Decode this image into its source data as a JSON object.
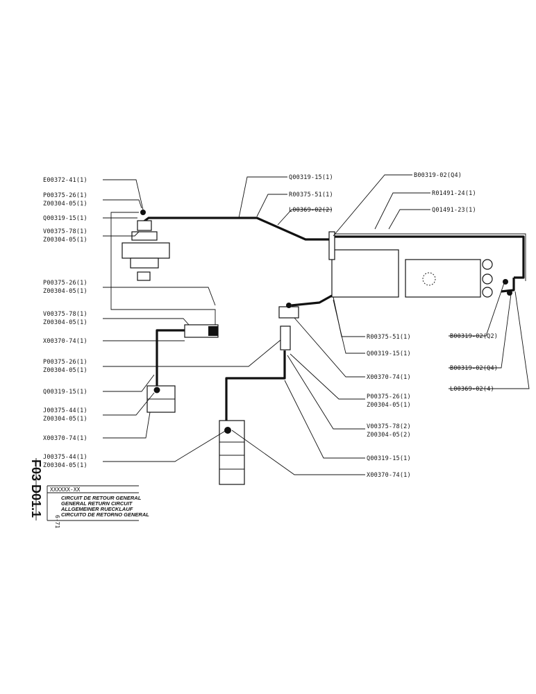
{
  "sheet_code": "F03 D01.1",
  "date_code": "6-71",
  "title_block": {
    "ref": "XXXXXX-XX",
    "lines": [
      "CIRCUIT DE RETOUR GENERAL",
      "GENERAL RETURN CIRCUIT",
      "ALLGEMEINER RUECKLAUF",
      "CIRCUITO DE RETORNO GENERAL"
    ]
  },
  "labels_left": [
    "E00372-41(1)",
    "P00375-26(1)",
    "Z00304-05(1)",
    "Q00319-15(1)",
    "V00375-78(1)",
    "Z00304-05(1)",
    "P00375-26(1)",
    "Z00304-05(1)",
    "V00375-78(1)",
    "Z00304-05(1)",
    "X00370-74(1)",
    "P00375-26(1)",
    "Z00304-05(1)",
    "Q00319-15(1)",
    "J00375-44(1)",
    "Z00304-05(1)",
    "X00370-74(1)",
    "J00375-44(1)",
    "Z00304-05(1)"
  ],
  "labels_top": [
    "Q00319-15(1)",
    "R00375-51(1)",
    "L00369-02(2)",
    "B00319-02(Q4)",
    "R01491-24(1)",
    "Q01491-23(1)"
  ],
  "labels_right": [
    "R00375-51(1)",
    "Q00319-15(1)",
    "X00370-74(1)",
    "P00375-26(1)",
    "Z00304-05(1)",
    "V00375-78(2)",
    "Z00304-05(2)",
    "Q00319-15(1)",
    "X00370-74(1)",
    "B00319-02(Q2)",
    "B00319-02(Q4)",
    "L00369-02(4)"
  ]
}
